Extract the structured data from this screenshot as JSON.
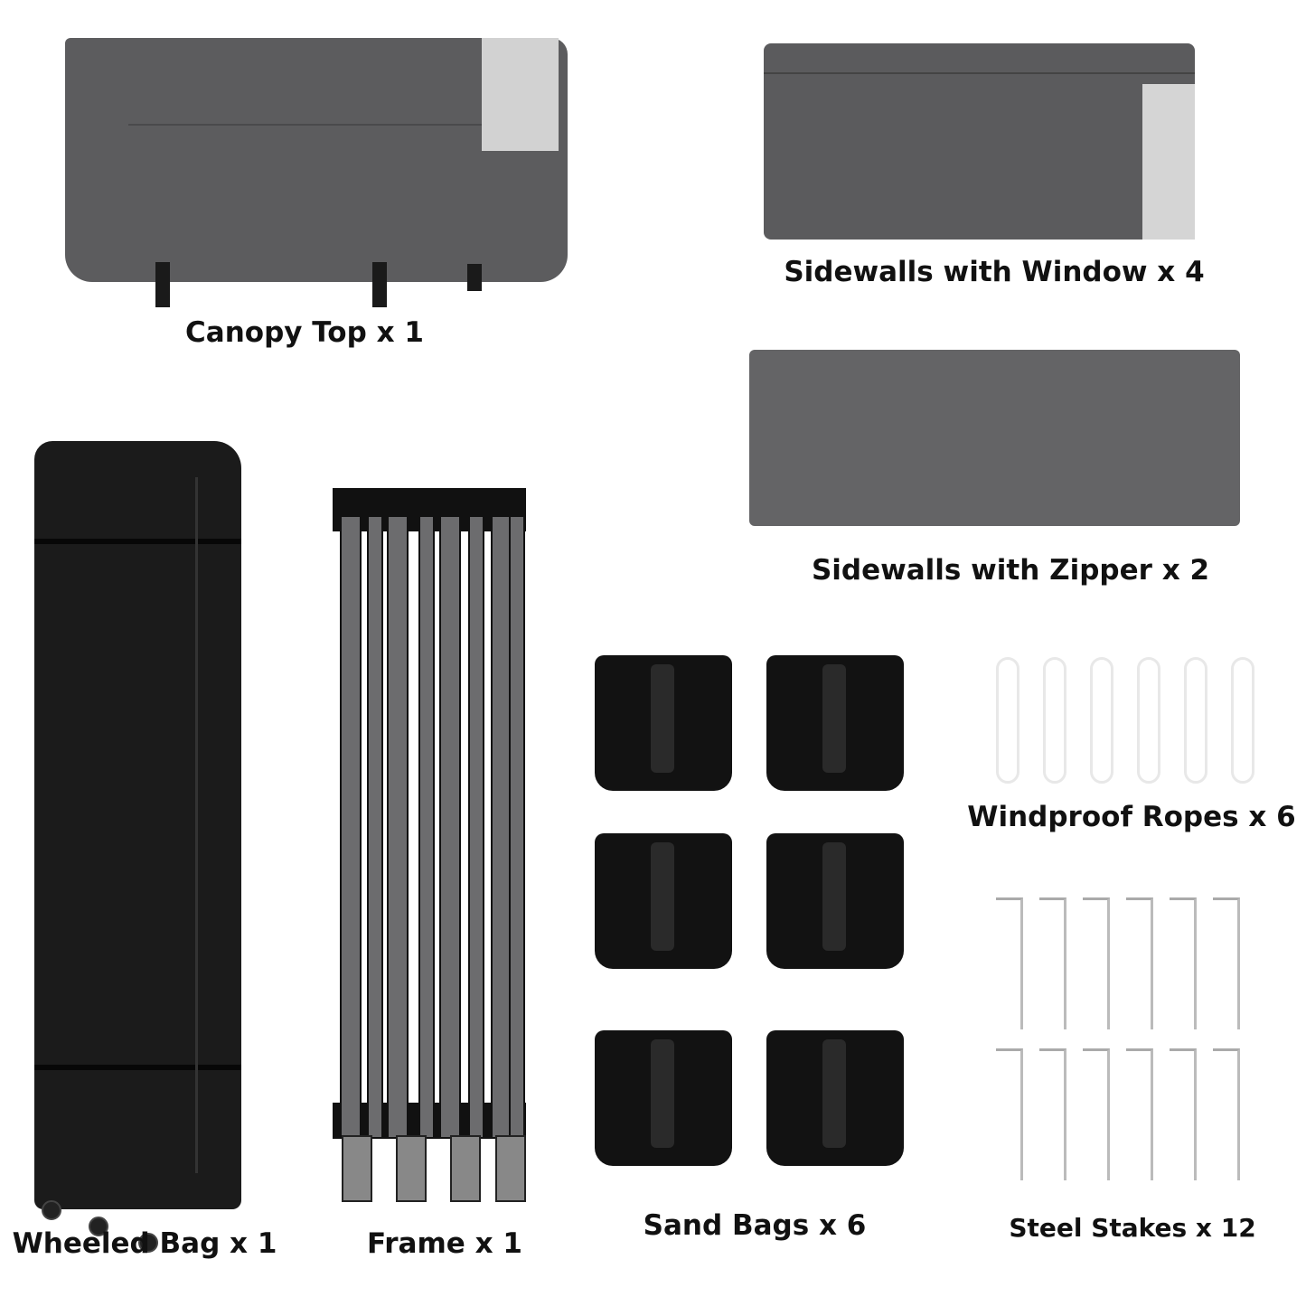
{
  "items": {
    "canopy_top": "Canopy Top x 1",
    "sidewalls_window": "Sidewalls with Window x 4",
    "sidewalls_zipper": "Sidewalls with Zipper x 2",
    "windproof_ropes": "Windproof Ropes x 6",
    "wheeled_bag": "Wheeled Bag x 1",
    "frame": "Frame x 1",
    "sand_bags": "Sand Bags x 6",
    "steel_stakes": "Steel Stakes x 12"
  },
  "counts": {
    "sand_bags": 6,
    "ropes": 6,
    "stakes": 12
  },
  "colors": {
    "fabric": "#5c5c5e",
    "black": "#1b1b1b"
  }
}
